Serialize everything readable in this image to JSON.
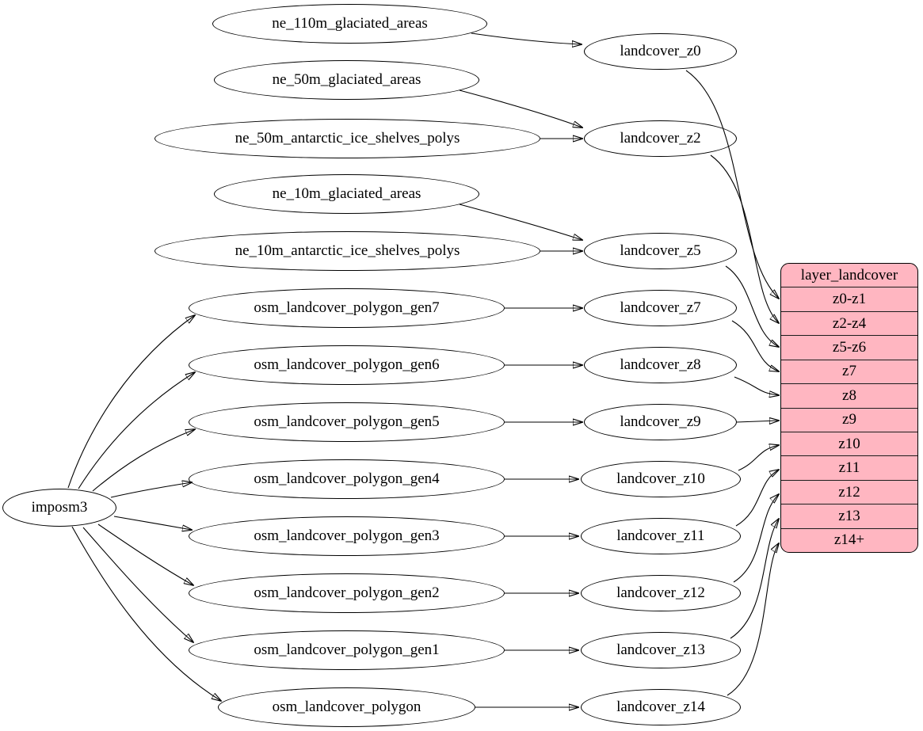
{
  "diagram_type": "dependency-graph",
  "nodes": {
    "importer": "imposm3",
    "sources": [
      "ne_110m_glaciated_areas",
      "ne_50m_glaciated_areas",
      "ne_50m_antarctic_ice_shelves_polys",
      "ne_10m_glaciated_areas",
      "ne_10m_antarctic_ice_shelves_polys",
      "osm_landcover_polygon_gen7",
      "osm_landcover_polygon_gen6",
      "osm_landcover_polygon_gen5",
      "osm_landcover_polygon_gen4",
      "osm_landcover_polygon_gen3",
      "osm_landcover_polygon_gen2",
      "osm_landcover_polygon_gen1",
      "osm_landcover_polygon"
    ],
    "landcover": [
      "landcover_z0",
      "landcover_z2",
      "landcover_z5",
      "landcover_z7",
      "landcover_z8",
      "landcover_z9",
      "landcover_z10",
      "landcover_z11",
      "landcover_z12",
      "landcover_z13",
      "landcover_z14"
    ]
  },
  "table": {
    "title": "layer_landcover",
    "rows": [
      "z0-z1",
      "z2-z4",
      "z5-z6",
      "z7",
      "z8",
      "z9",
      "z10",
      "z11",
      "z12",
      "z13",
      "z14+"
    ]
  },
  "edges": [
    {
      "from": "ne_110m_glaciated_areas",
      "to": "landcover_z0"
    },
    {
      "from": "ne_50m_glaciated_areas",
      "to": "landcover_z2"
    },
    {
      "from": "ne_50m_antarctic_ice_shelves_polys",
      "to": "landcover_z2"
    },
    {
      "from": "ne_10m_glaciated_areas",
      "to": "landcover_z5"
    },
    {
      "from": "ne_10m_antarctic_ice_shelves_polys",
      "to": "landcover_z5"
    },
    {
      "from": "osm_landcover_polygon_gen7",
      "to": "landcover_z7"
    },
    {
      "from": "osm_landcover_polygon_gen6",
      "to": "landcover_z8"
    },
    {
      "from": "osm_landcover_polygon_gen5",
      "to": "landcover_z9"
    },
    {
      "from": "osm_landcover_polygon_gen4",
      "to": "landcover_z10"
    },
    {
      "from": "osm_landcover_polygon_gen3",
      "to": "landcover_z11"
    },
    {
      "from": "osm_landcover_polygon_gen2",
      "to": "landcover_z12"
    },
    {
      "from": "osm_landcover_polygon_gen1",
      "to": "landcover_z13"
    },
    {
      "from": "osm_landcover_polygon",
      "to": "landcover_z14"
    },
    {
      "from": "imposm3",
      "to": "osm_landcover_polygon_gen7"
    },
    {
      "from": "imposm3",
      "to": "osm_landcover_polygon_gen6"
    },
    {
      "from": "imposm3",
      "to": "osm_landcover_polygon_gen5"
    },
    {
      "from": "imposm3",
      "to": "osm_landcover_polygon_gen4"
    },
    {
      "from": "imposm3",
      "to": "osm_landcover_polygon_gen3"
    },
    {
      "from": "imposm3",
      "to": "osm_landcover_polygon_gen2"
    },
    {
      "from": "imposm3",
      "to": "osm_landcover_polygon_gen1"
    },
    {
      "from": "imposm3",
      "to": "osm_landcover_polygon"
    },
    {
      "from": "landcover_z0",
      "to": "layer_landcover:z0-z1"
    },
    {
      "from": "landcover_z2",
      "to": "layer_landcover:z2-z4"
    },
    {
      "from": "landcover_z5",
      "to": "layer_landcover:z5-z6"
    },
    {
      "from": "landcover_z7",
      "to": "layer_landcover:z7"
    },
    {
      "from": "landcover_z8",
      "to": "layer_landcover:z8"
    },
    {
      "from": "landcover_z9",
      "to": "layer_landcover:z9"
    },
    {
      "from": "landcover_z10",
      "to": "layer_landcover:z10"
    },
    {
      "from": "landcover_z11",
      "to": "layer_landcover:z11"
    },
    {
      "from": "landcover_z12",
      "to": "layer_landcover:z12"
    },
    {
      "from": "landcover_z13",
      "to": "layer_landcover:z13"
    },
    {
      "from": "landcover_z14",
      "to": "layer_landcover:z14+"
    }
  ],
  "colors": {
    "table_fill": "#ffb6c1",
    "stroke": "#000000",
    "background": "#ffffff",
    "text": "#000000"
  }
}
